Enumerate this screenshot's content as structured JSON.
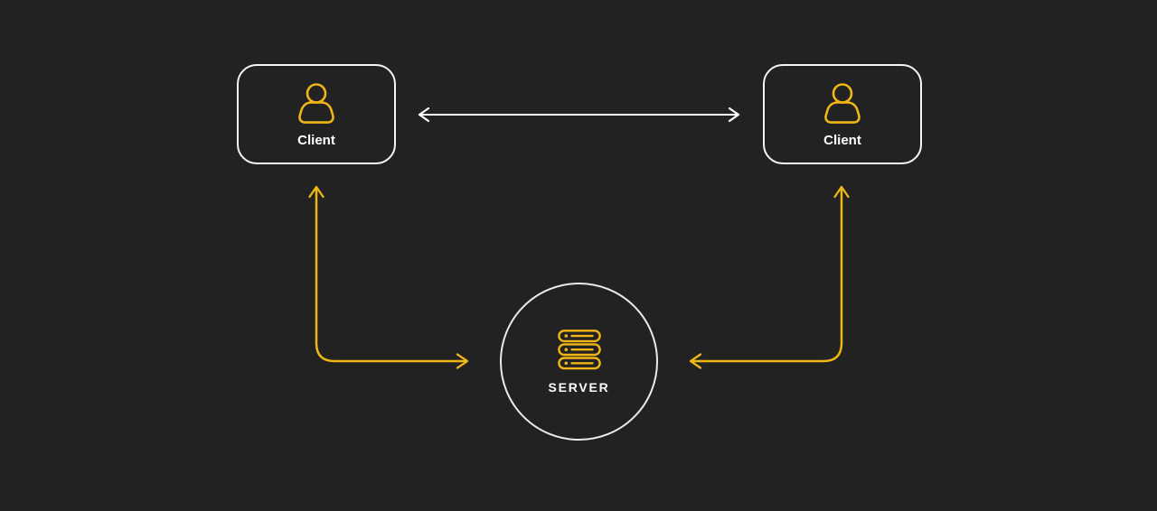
{
  "diagram": {
    "title": "client-server architecture diagram",
    "nodes": {
      "client_left": {
        "label": "Client",
        "icon": "person-icon"
      },
      "client_right": {
        "label": "Client",
        "icon": "person-icon"
      },
      "server": {
        "label": "SERVER",
        "icon": "server-stack-icon"
      }
    },
    "connections": [
      {
        "from": "client_left",
        "to": "client_right",
        "style": "double-headed-straight-arrow",
        "color": "#FFFFFF"
      },
      {
        "from": "server",
        "to": "client_left",
        "style": "double-headed-elbow-arrow",
        "color": "#EFB615"
      },
      {
        "from": "server",
        "to": "client_right",
        "style": "double-headed-elbow-arrow",
        "color": "#EFB615"
      }
    ],
    "theme": {
      "background": "#222222",
      "node_border": "#F5F5F5",
      "text": "#FFFFFF",
      "accent_yellow": "#EFB615"
    }
  }
}
